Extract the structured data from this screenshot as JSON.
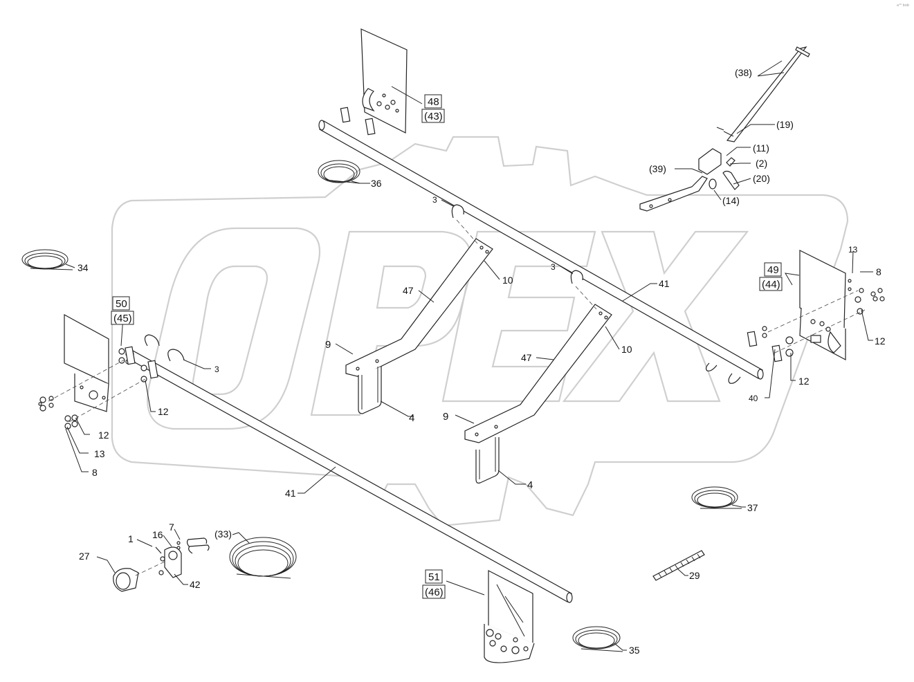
{
  "watermark": {
    "text": "OPEX"
  },
  "corner_mark": "a¹⁰ bob",
  "callouts": {
    "c48": "48",
    "c43": "(43)",
    "c38": "(38)",
    "c19": "(19)",
    "c11": "(11)",
    "c2": "(2)",
    "c39": "(39)",
    "c20": "(20)",
    "c14": "(14)",
    "c36": "36",
    "c34": "34",
    "c3a": "3",
    "c3b": "3",
    "c3c": "3",
    "c10a": "10",
    "c10b": "10",
    "c47a": "47",
    "c47b": "47",
    "c41a": "41",
    "c41b": "41",
    "c49": "49",
    "c44": "(44)",
    "c13a": "13",
    "c8a": "8",
    "c12a": "12",
    "c12b": "12",
    "c40": "40",
    "c50": "50",
    "c45": "(45)",
    "c12c": "12",
    "c12d": "12",
    "c13b": "13",
    "c8b": "8",
    "c9a": "9",
    "c9b": "9",
    "c4a": "4",
    "c4b": "4",
    "c37": "37",
    "c7": "7",
    "c16": "16",
    "c1": "1",
    "c33": "(33)",
    "c27": "27",
    "c42": "42",
    "c29": "29",
    "c51": "51",
    "c46": "(46)",
    "c35": "35"
  }
}
